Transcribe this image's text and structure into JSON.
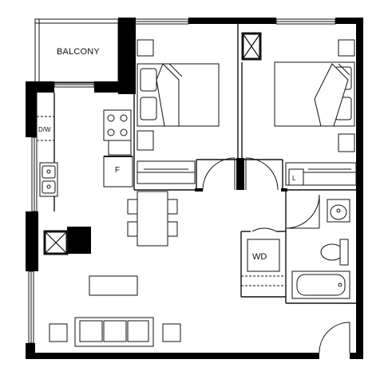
{
  "labels": {
    "balcony": "BALCONY",
    "dishwasher": "D/W",
    "fridge": "F",
    "washer_dryer": "WD",
    "linen": "L"
  },
  "colors": {
    "wall": "#000000",
    "line": "#111111",
    "background": "#ffffff"
  },
  "fixtures": [
    "bed-icon",
    "bed-icon",
    "nightstand-icon",
    "stove-icon",
    "fridge-icon",
    "sink-icon",
    "dining-table-icon",
    "chair-icon",
    "sofa-icon",
    "coffee-table-icon",
    "washer-dryer-icon",
    "toilet-icon",
    "bathroom-sink-icon",
    "bathtub-icon",
    "mechanical-shaft-icon",
    "door-swing-icon",
    "window-icon"
  ]
}
